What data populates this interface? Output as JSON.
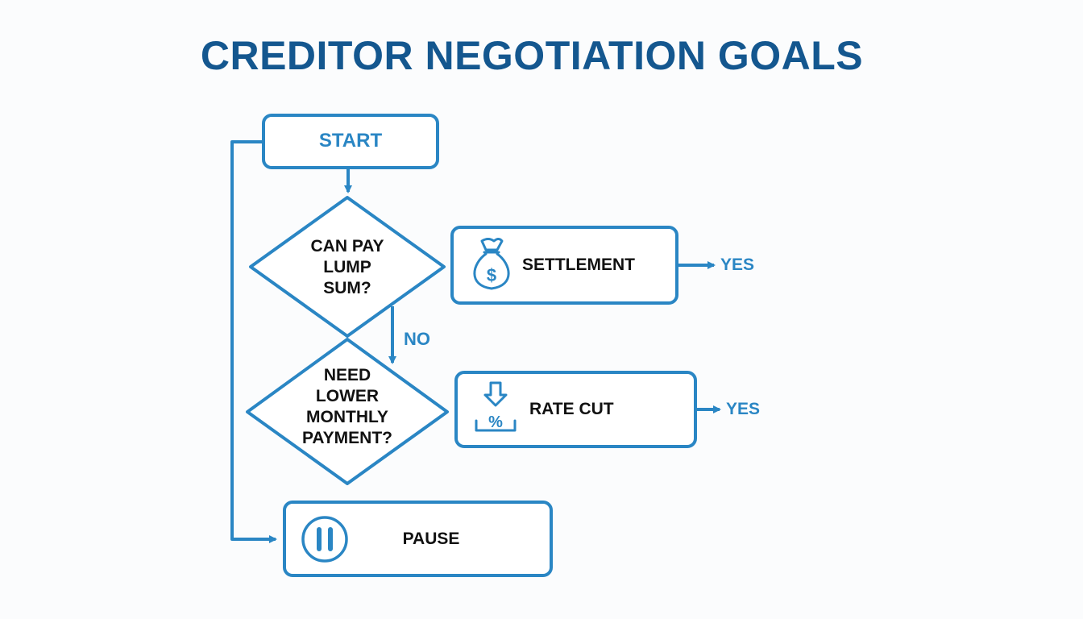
{
  "title": "CREDITOR NEGOTIATION GOALS",
  "colors": {
    "title": "#14578f",
    "stroke": "#2a86c4",
    "text": "#111111",
    "background": "#fbfcfd"
  },
  "nodes": {
    "start": {
      "label": "START",
      "shape": "rounded-rect"
    },
    "decision1": {
      "lines": [
        "CAN PAY",
        "LUMP",
        "SUM?"
      ],
      "shape": "diamond"
    },
    "settlement": {
      "label": "SETTLEMENT",
      "icon": "money-bag-icon",
      "shape": "rounded-rect"
    },
    "decision2": {
      "lines": [
        "NEED",
        "LOWER",
        "MONTHLY",
        "PAYMENT?"
      ],
      "shape": "diamond"
    },
    "rate_cut": {
      "label": "RATE CUT",
      "icon": "percent-down-arrow-icon",
      "shape": "rounded-rect"
    },
    "pause": {
      "label": "PAUSE",
      "icon": "pause-icon",
      "shape": "rounded-rect"
    }
  },
  "edges": {
    "settlement_yes": "YES",
    "decision1_no": "NO",
    "rate_cut_yes": "YES"
  }
}
